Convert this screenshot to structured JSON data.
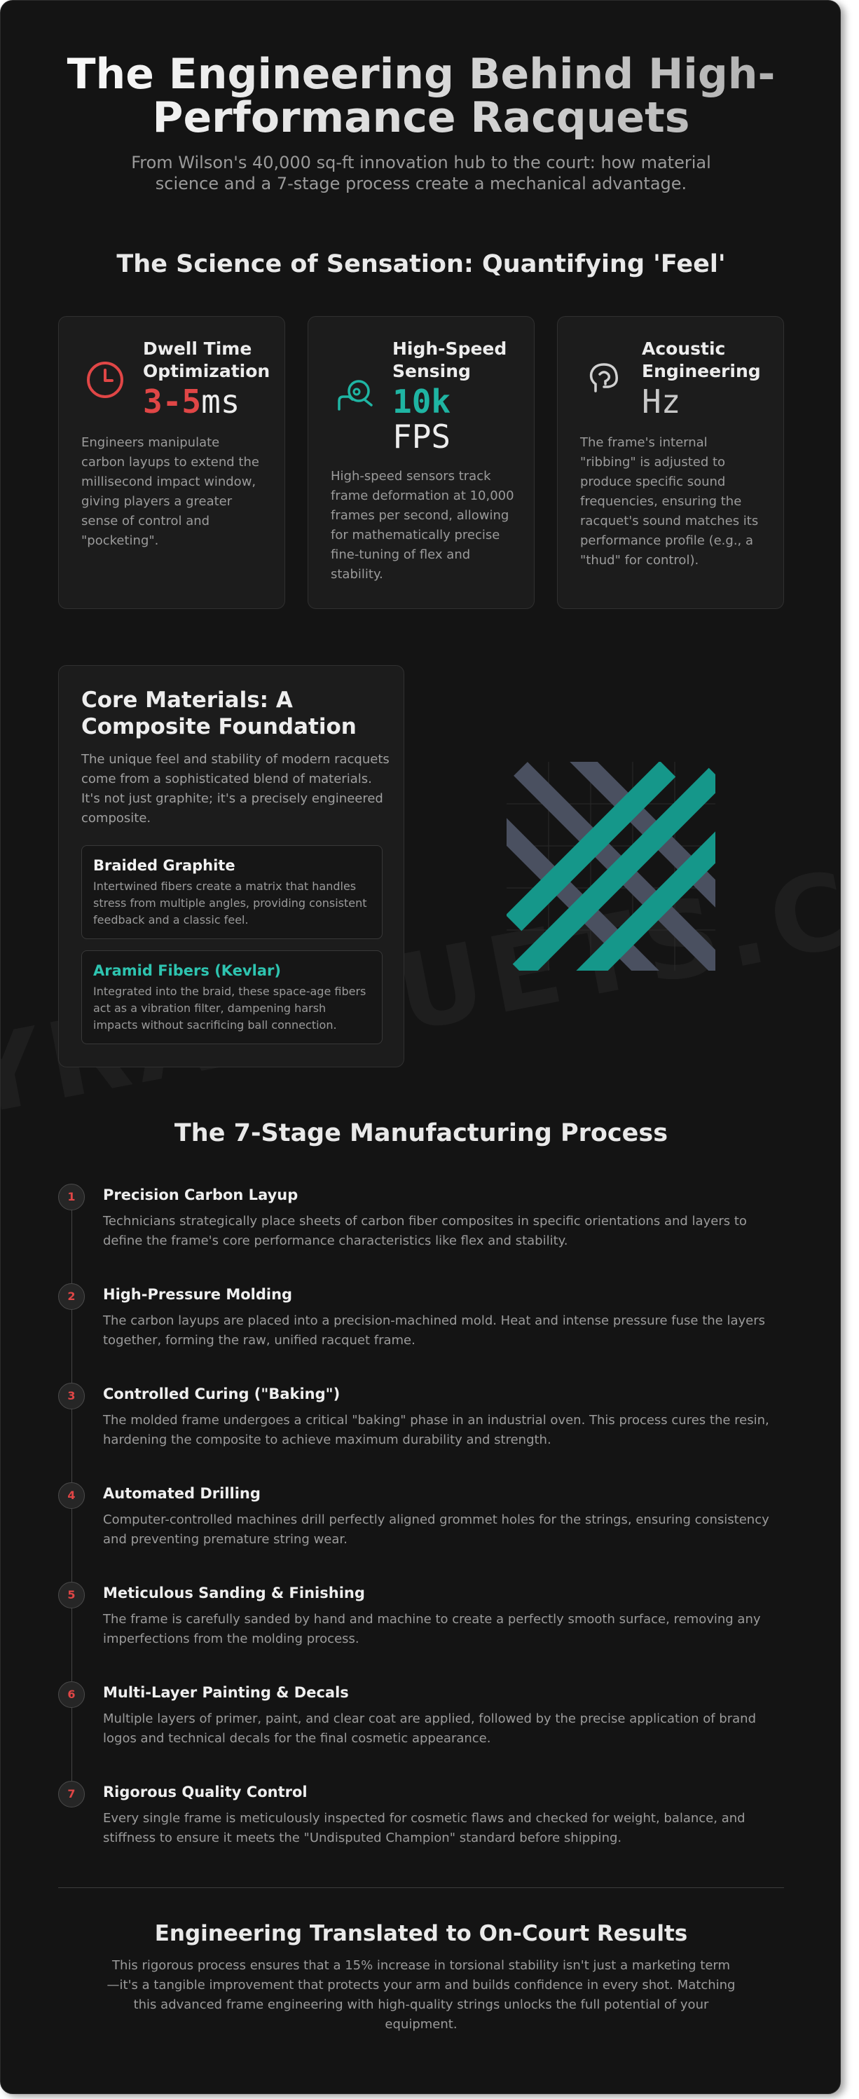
{
  "hero": {
    "title": "The Engineering Behind High-Performance Racquets",
    "subtitle": "From Wilson's 40,000 sq-ft innovation hub to the court: how material science and a 7-stage process create a mechanical advantage."
  },
  "watermark": "YRACQUETS.C",
  "feel_section": {
    "heading": "The Science of Sensation: Quantifying 'Feel'",
    "cards": [
      {
        "title": "Dwell Time Optimization",
        "metric_value": "3-5",
        "metric_unit": "ms",
        "description": "Engineers manipulate carbon layups to extend the millisecond impact window, giving players a greater sense of control and \"pocketing\".",
        "icon": "clock-icon",
        "accent": "#e04646"
      },
      {
        "title": "High-Speed Sensing",
        "metric_value": "10k",
        "metric_unit": "FPS",
        "description": "High-speed sensors track frame deformation at 10,000 frames per second, allowing for mathematically precise fine-tuning of flex and stability.",
        "icon": "camera-sensor-icon",
        "accent": "#1fb5a3"
      },
      {
        "title": "Acoustic Engineering",
        "metric_value": "Hz",
        "metric_unit": "",
        "description": "The frame's internal \"ribbing\" is adjusted to produce specific sound frequencies, ensuring the racquet's sound matches its performance profile (e.g., a \"thud\" for control).",
        "icon": "head-ear-icon",
        "accent": "#c8c8c8"
      }
    ]
  },
  "materials": {
    "title": "Core Materials: A Composite Foundation",
    "description": "The unique feel and stability of modern racquets come from a sophisticated blend of materials. It's not just graphite; it's a precisely engineered composite.",
    "items": [
      {
        "title": "Braided Graphite",
        "description": "Intertwined fibers create a matrix that handles stress from multiple angles, providing consistent feedback and a classic feel.",
        "color": "#f2f2f2"
      },
      {
        "title": "Aramid Fibers (Kevlar)",
        "description": "Integrated into the braid, these space-age fibers act as a vibration filter, dampening harsh impacts without sacrificing ball connection.",
        "color": "#2ec4b0"
      }
    ],
    "weave_colors": {
      "teal": "#15978a",
      "slate": "#4a5060"
    }
  },
  "process": {
    "heading": "The 7-Stage Manufacturing Process",
    "steps": [
      {
        "number": "1",
        "title": "Precision Carbon Layup",
        "description": "Technicians strategically place sheets of carbon fiber composites in specific orientations and layers to define the frame's core performance characteristics like flex and stability."
      },
      {
        "number": "2",
        "title": "High-Pressure Molding",
        "description": "The carbon layups are placed into a precision-machined mold. Heat and intense pressure fuse the layers together, forming the raw, unified racquet frame."
      },
      {
        "number": "3",
        "title": "Controlled Curing (\"Baking\")",
        "description": "The molded frame undergoes a critical \"baking\" phase in an industrial oven. This process cures the resin, hardening the composite to achieve maximum durability and strength."
      },
      {
        "number": "4",
        "title": "Automated Drilling",
        "description": "Computer-controlled machines drill perfectly aligned grommet holes for the strings, ensuring consistency and preventing premature string wear."
      },
      {
        "number": "5",
        "title": "Meticulous Sanding & Finishing",
        "description": "The frame is carefully sanded by hand and machine to create a perfectly smooth surface, removing any imperfections from the molding process."
      },
      {
        "number": "6",
        "title": "Multi-Layer Painting & Decals",
        "description": "Multiple layers of primer, paint, and clear coat are applied, followed by the precise application of brand logos and technical decals for the final cosmetic appearance."
      },
      {
        "number": "7",
        "title": "Rigorous Quality Control",
        "description": "Every single frame is meticulously inspected for cosmetic flaws and checked for weight, balance, and stiffness to ensure it meets the \"Undisputed Champion\" standard before shipping."
      }
    ]
  },
  "conclusion": {
    "title": "Engineering Translated to On-Court Results",
    "text": "This rigorous process ensures that a 15% increase in torsional stability isn't just a marketing term—it's a tangible improvement that protects your arm and builds confidence in every shot. Matching this advanced frame engineering with high-quality strings unlocks the full potential of your equipment."
  }
}
